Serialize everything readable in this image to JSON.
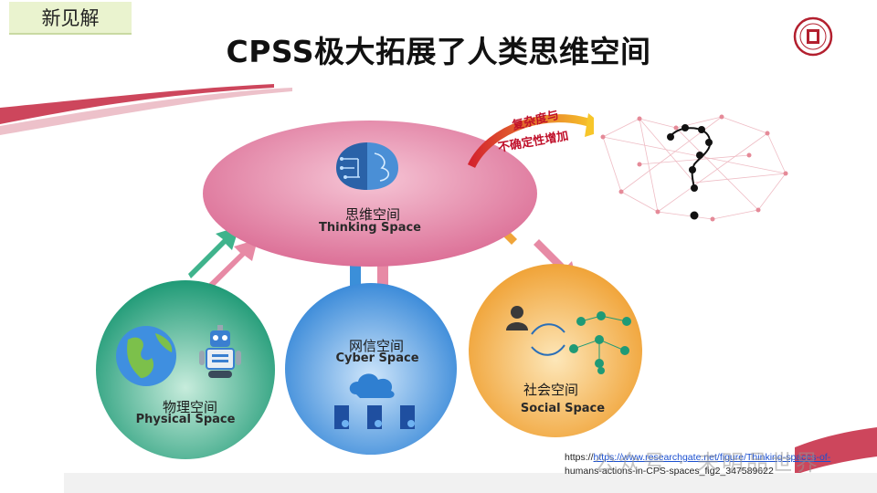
{
  "header": {
    "tag": "新见解",
    "title": "CPSS极大拓展了人类思维空间"
  },
  "nodes": {
    "thinking": {
      "cn": "思维空间",
      "en": "Thinking Space"
    },
    "physical": {
      "cn": "物理空间",
      "en": "Physical Space"
    },
    "cyber": {
      "cn": "网信空间",
      "en": "Cyber Space"
    },
    "social": {
      "cn": "社会空间",
      "en": "Social Space"
    }
  },
  "arc_label": {
    "line1": "复杂度与",
    "line2": "不确定性增加"
  },
  "source": {
    "link": "https://www.researchgate.net/figure/Thinking-spaces-of-",
    "line2": "humans-actions-in-CPS-spaces_fig2_347589622"
  },
  "watermark": "公众号 · 未明品世界",
  "colors": {
    "thinking": "#e48aa8",
    "physical": "#2fa482",
    "cyber": "#3b8fd9",
    "social": "#f0a53a",
    "accent": "#c8324a"
  },
  "icons": [
    "brain-icon",
    "globe-icon",
    "robot-icon",
    "cloud-icon",
    "server-icon",
    "person-icon",
    "network-icon",
    "seal-icon"
  ]
}
